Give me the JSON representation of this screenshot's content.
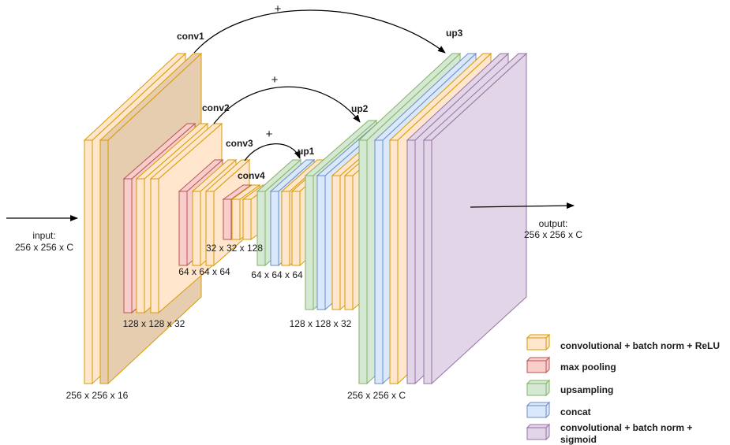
{
  "colors": {
    "conv": {
      "fill": "#ffe6cc",
      "stroke": "#d79b00"
    },
    "pool": {
      "fill": "#f8cecc",
      "stroke": "#b85450"
    },
    "up": {
      "fill": "#d5e8d4",
      "stroke": "#82b366"
    },
    "concat": {
      "fill": "#dae8fc",
      "stroke": "#6c8ebf"
    },
    "sigmoid": {
      "fill": "#e1d5e7",
      "stroke": "#9673a6"
    },
    "bigblock": {
      "fill": "#e6cdb0",
      "stroke": "#d79b00"
    }
  },
  "labels": {
    "conv1": "conv1",
    "conv2": "conv2",
    "conv3": "conv3",
    "conv4": "conv4",
    "up1": "up1",
    "up2": "up2",
    "up3": "up3",
    "plus1": "+",
    "plus2": "+",
    "plus3": "+",
    "input_title": "input:",
    "input_dims": "256 x 256 x C",
    "output_title": "output:",
    "output_dims": "256 x 256 x C",
    "dim_256_16": "256 x 256 x 16",
    "dim_128_32_left": "128 x 128 x 32",
    "dim_64_64_left": "64 x 64 x 64",
    "dim_32_128": "32 x 32 x 128",
    "dim_64_64_right": "64 x 64 x 64",
    "dim_128_32_right": "128 x 128 x 32",
    "dim_256_C": "256 x 256 x C"
  },
  "legend": [
    {
      "key": "conv",
      "label": "convolutional + batch norm + ReLU"
    },
    {
      "key": "pool",
      "label": "max pooling"
    },
    {
      "key": "up",
      "label": "upsampling"
    },
    {
      "key": "concat",
      "label": "concat"
    },
    {
      "key": "sigmoid",
      "label_line1": "convolutional + batch norm +",
      "label_line2": "sigmoid"
    }
  ]
}
